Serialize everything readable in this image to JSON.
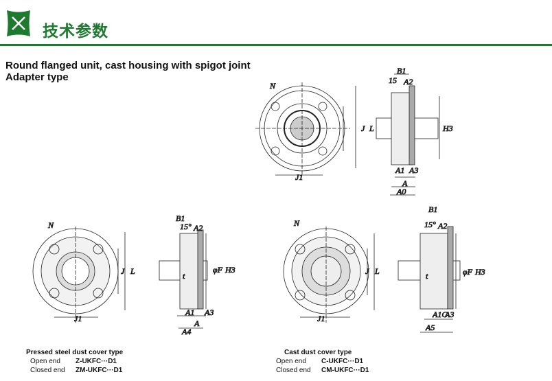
{
  "header": {
    "title": "技术参数",
    "logo_icon": "x-badge-icon",
    "accent": "#1e7a2e"
  },
  "heading": {
    "line1": "Round flanged unit, cast housing with spigot joint",
    "line2": "Adapter type"
  },
  "drawings": {
    "top": {
      "front": {
        "n": "N",
        "j": "J",
        "l": "L",
        "j1": "J1"
      },
      "side": {
        "b1": "B1",
        "angle": "15",
        "a2": "A2",
        "h3": "H3",
        "a1": "A1",
        "a3": "A3",
        "a": "A",
        "a0": "A0"
      }
    },
    "pressed": {
      "front": {
        "n": "N",
        "j": "J",
        "l": "L",
        "j1": "J1"
      },
      "side": {
        "b1": "B1",
        "angle": "15°",
        "a2": "A2",
        "f": "φF",
        "h3": "H3",
        "t": "t",
        "a1": "A1",
        "a3": "A3",
        "a": "A",
        "a4": "A4"
      }
    },
    "cast": {
      "front": {
        "n": "N",
        "j": "J",
        "l": "L",
        "j1": "J1"
      },
      "side": {
        "b1": "B1",
        "angle": "15°",
        "a2": "A2",
        "f": "φF",
        "h3": "H3",
        "t": "t",
        "a1c": "A1C",
        "a3": "A3",
        "a5": "A5"
      }
    }
  },
  "captions": [
    {
      "title": "Pressed steel dust cover type",
      "rows": [
        {
          "label": "Open end",
          "code": "Z-UKFC···D1"
        },
        {
          "label": "Closed end",
          "code": "ZM-UKFC···D1"
        }
      ]
    },
    {
      "title": "Cast dust cover type",
      "rows": [
        {
          "label": "Open end",
          "code": "C-UKFC···D1"
        },
        {
          "label": "Closed end",
          "code": "CM-UKFC···D1"
        }
      ]
    }
  ]
}
